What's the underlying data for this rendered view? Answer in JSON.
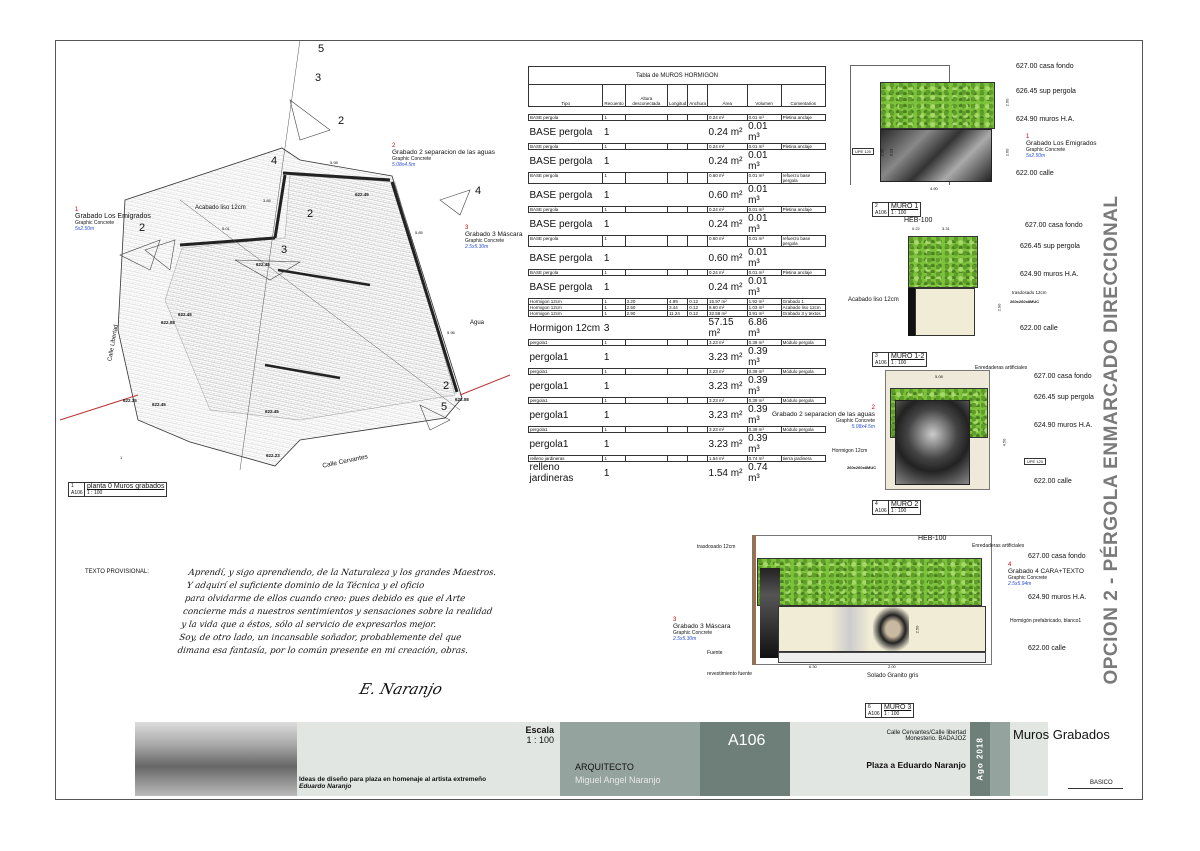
{
  "sheet_title": "OPCION 2 - PÉRGOLA ENMARCADO DIRECCIONAL",
  "table": {
    "title": "Tabla de MUROS HORMIGON",
    "headers": [
      "Tipo",
      "Recuento",
      "Altura desconectada",
      "Longitud",
      "Anchura",
      "Área",
      "Volumen",
      "Comentarios"
    ],
    "rows": [
      {
        "k": "sm",
        "c": [
          "BASE pergola",
          "1",
          "",
          "",
          "",
          "0.24 m²",
          "0.01 m³",
          "Pletina anclaje"
        ]
      },
      {
        "k": "big",
        "c": [
          "BASE pergola",
          "1",
          "",
          "",
          "",
          "0.24 m²",
          "0.01 m³",
          ""
        ]
      },
      {
        "k": "sm",
        "c": [
          "BASE pergola",
          "1",
          "",
          "",
          "",
          "0.24 m²",
          "0.01 m³",
          "Pletina anclaje"
        ]
      },
      {
        "k": "big",
        "c": [
          "BASE pergola",
          "1",
          "",
          "",
          "",
          "0.24 m²",
          "0.01 m³",
          ""
        ]
      },
      {
        "k": "sm",
        "c": [
          "BASE pergola",
          "1",
          "",
          "",
          "",
          "0.60 m²",
          "0.01 m³",
          "refuerzo base pergola"
        ]
      },
      {
        "k": "big",
        "c": [
          "BASE pergola",
          "1",
          "",
          "",
          "",
          "0.60 m²",
          "0.01 m³",
          ""
        ]
      },
      {
        "k": "sm",
        "c": [
          "BASE pergola",
          "1",
          "",
          "",
          "",
          "0.24 m²",
          "0.01 m³",
          "Pletina anclaje"
        ]
      },
      {
        "k": "big",
        "c": [
          "BASE pergola",
          "1",
          "",
          "",
          "",
          "0.24 m²",
          "0.01 m³",
          ""
        ]
      },
      {
        "k": "sm",
        "c": [
          "BASE pergola",
          "1",
          "",
          "",
          "",
          "0.60 m²",
          "0.01 m³",
          "refuerzo base pergola"
        ]
      },
      {
        "k": "big",
        "c": [
          "BASE pergola",
          "1",
          "",
          "",
          "",
          "0.60 m²",
          "0.01 m³",
          ""
        ]
      },
      {
        "k": "sm",
        "c": [
          "BASE pergola",
          "1",
          "",
          "",
          "",
          "0.24 m²",
          "0.01 m³",
          "Pletina anclaje"
        ]
      },
      {
        "k": "big",
        "c": [
          "BASE pergola",
          "1",
          "",
          "",
          "",
          "0.24 m²",
          "0.01 m³",
          ""
        ]
      },
      {
        "k": "sm",
        "c": [
          "Hormigon 12cm",
          "1",
          "3.20",
          "4.99",
          "0.12",
          "15.97 m²",
          "1.92 m³",
          "Grabado 1"
        ]
      },
      {
        "k": "sm",
        "c": [
          "Hormigon 12cm",
          "1",
          "2.50",
          "3.44",
          "0.12",
          "8.60 m²",
          "1.03 m³",
          "Acabado liso 12cm"
        ]
      },
      {
        "k": "sm",
        "c": [
          "Hormigon 12cm",
          "1",
          "2.90",
          "11.24",
          "0.12",
          "32.58 m²",
          "3.91 m³",
          "Grabado 3 y textos"
        ]
      },
      {
        "k": "big",
        "c": [
          "Hormigon 12cm",
          "3",
          "",
          "",
          "",
          "57.15 m²",
          "6.86 m³",
          ""
        ]
      },
      {
        "k": "sm",
        "c": [
          "pergola1",
          "1",
          "",
          "",
          "",
          "3.23 m²",
          "0.39 m³",
          "Módulo pergola"
        ]
      },
      {
        "k": "big",
        "c": [
          "pergola1",
          "1",
          "",
          "",
          "",
          "3.23 m²",
          "0.39 m³",
          ""
        ]
      },
      {
        "k": "sm",
        "c": [
          "pergola1",
          "1",
          "",
          "",
          "",
          "3.23 m²",
          "0.39 m³",
          "Módulo pergola"
        ]
      },
      {
        "k": "big",
        "c": [
          "pergola1",
          "1",
          "",
          "",
          "",
          "3.23 m²",
          "0.39 m³",
          ""
        ]
      },
      {
        "k": "sm",
        "c": [
          "pergola1",
          "1",
          "",
          "",
          "",
          "3.23 m²",
          "0.39 m³",
          "Módulo pergola"
        ]
      },
      {
        "k": "big",
        "c": [
          "pergola1",
          "1",
          "",
          "",
          "",
          "3.23 m²",
          "0.39 m³",
          ""
        ]
      },
      {
        "k": "sm",
        "c": [
          "pergola1",
          "1",
          "",
          "",
          "",
          "3.23 m²",
          "0.39 m³",
          "Módulo pergola"
        ]
      },
      {
        "k": "big",
        "c": [
          "pergola1",
          "1",
          "",
          "",
          "",
          "3.23 m²",
          "0.39 m³",
          ""
        ]
      },
      {
        "k": "sm",
        "c": [
          "relleno jardineras",
          "1",
          "",
          "",
          "",
          "1.54 m²",
          "0.74 m³",
          "tierra jardinera"
        ]
      },
      {
        "k": "big",
        "c": [
          "relleno jardineras",
          "1",
          "",
          "",
          "",
          "1.54 m²",
          "0.74 m³",
          ""
        ]
      }
    ]
  },
  "plan": {
    "view_num": "1",
    "sheet": "A106",
    "name": "planta 0 Muros grabados",
    "scale": "1 : 100",
    "street_left": "Calle Libertad",
    "street_bottom": "Calle Cervantes",
    "labels": {
      "acabado": "Acabado liso 12cm",
      "agua": "Agua",
      "dim_a": "5.01",
      "dim_b": "5.98",
      "dim_c": "3.85",
      "dim_d": "5.85",
      "dim_e": "5.96",
      "dim_f": "1"
    },
    "levels": [
      "622.45",
      "622.45",
      "622.08",
      "622.45",
      "622.35",
      "622.45",
      "622.45",
      "622.23",
      "622.08"
    ],
    "section_marks": [
      "5",
      "3",
      "2",
      "4",
      "2",
      "4",
      "3",
      "2",
      "2",
      "5",
      "2"
    ],
    "grab1": {
      "n": "1",
      "name": "Grabado Los Emigrados",
      "mat": "Graphic Concrete",
      "size": "5x2.50m"
    },
    "grab2": {
      "n": "2",
      "name": "Grabado 2 separacion de las aguas",
      "mat": "Graphic Concrete",
      "size": "5.08x4.5m"
    },
    "grab3": {
      "n": "3",
      "name": "Grabado 3 Máscara",
      "mat": "Graphic Concrete",
      "size": "2.5x5.30m"
    }
  },
  "levels": {
    "casa": "627.00  casa fondo",
    "pergola": "626.45  sup pergola",
    "muros": "624.90  muros H.A.",
    "calle": "622.00  calle"
  },
  "muro1": {
    "num": "2",
    "sheet": "A106",
    "name": "MURO 1",
    "scale": "1 : 100",
    "upe": "UPE 120",
    "dim_w": "4.90",
    "dim_h1": "2.60",
    "dim_h2": "3.13",
    "dim_h3": "2.60",
    "dim_h4": "2.60",
    "grab": {
      "n": "1",
      "name": "Grabado Los Emigrados",
      "mat": "Graphic Concrete",
      "size": "5x2.50m"
    }
  },
  "muro12": {
    "num": "3",
    "sheet": "A106",
    "name": "MURO 1-2",
    "scale": "1 : 100",
    "heb": "HEB-100",
    "dim_a": "0.22",
    "dim_b": "3.31",
    "dim_h": "2.90",
    "acabado": "Acabado liso 12cm",
    "trasdosado": "trasdosado 12cm",
    "perfil": "260x260x8MUC"
  },
  "muro2": {
    "num": "4",
    "sheet": "A106",
    "name": "MURO 2",
    "scale": "1 : 100",
    "enred": "Enredaderas artificiales",
    "dim_w": "5.08",
    "dim_h": "4.50",
    "hormigon": "Hormigon 12cm",
    "perfil": "260x260x8MUC",
    "upe": "UPE 120",
    "grab": {
      "n": "2",
      "name": "Grabado 2 separacion de las aguas",
      "mat": "Graphic Concrete",
      "size": "5.08x4.5m"
    }
  },
  "muro3": {
    "num": "6",
    "sheet": "A106",
    "name": "MURO 3",
    "scale": "1 : 100",
    "heb": "HEB-100",
    "enred": "Enredaderas artificiales",
    "trasdosado": "trasdosado 12cm",
    "fuente": "Fuente",
    "rev": "revestimiento fuente",
    "solado": "Solado Granito gris",
    "prefab": "Hormigón prefabricado, blanco1",
    "dim_a": "6.30",
    "dim_b": "2.00",
    "dim_h": "2.50",
    "grab3": {
      "n": "3",
      "name": "Grabado 3 Máscara",
      "mat": "Graphic Concrete",
      "size": "2.5x5.30m"
    },
    "grab4": {
      "n": "4",
      "name": "Grabado 4 CARA+TEXTO",
      "mat": "Graphic Concrete",
      "size": "2.5x5.94m"
    }
  },
  "texto": {
    "label": "TEXTO PROVISIONAL:",
    "lines": [
      "Aprendí, y sigo aprendiendo, de la Naturaleza y los grandes Maestros.",
      "Y adquirí el suficiente dominio de la Técnica y el oficio",
      "para olvidarme de ellos cuando creo: pues debido es que el Arte",
      "concierne más a nuestros sentimientos y sensaciones sobre la realidad",
      "y la vida que a éstos, sólo al servicio de expresarlos mejor.",
      "  Soy, de otro lado, un incansable soñador, probablemente del que",
      "dimana esa fantasía, por lo común presente en mi creación, obras."
    ],
    "signature": "E. Naranjo"
  },
  "title_block": {
    "project": "Ideas de diseño para plaza en homenaje al artista extremeño",
    "artist": "Eduardo Naranjo",
    "scale_label": "Escala",
    "scale": "1 : 100",
    "role": "ARQUITECTO",
    "architect": "Miguel Angel Naranjo",
    "sheet": "A106",
    "address1": "Calle Cervantes/Calle libertad",
    "address2": "Monesterio. BADAJOZ",
    "place": "Plaza a Eduardo Naranjo",
    "date": "Ago 2018",
    "drawing": "Muros Grabados",
    "phase": "BASICO"
  }
}
